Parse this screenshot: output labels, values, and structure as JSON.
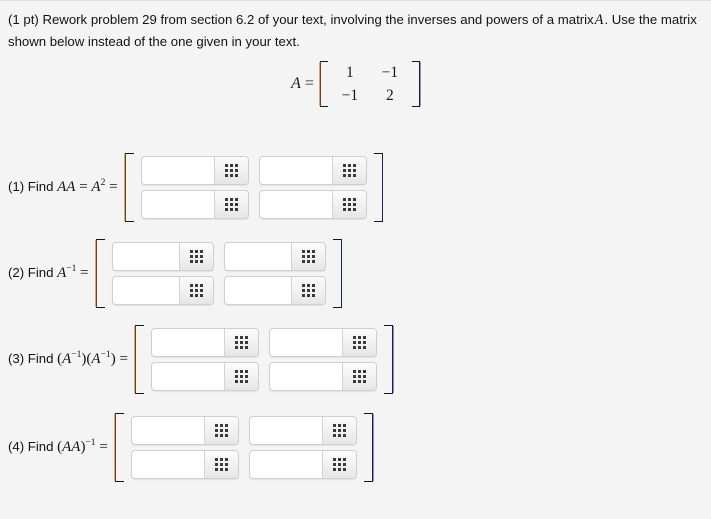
{
  "problem": {
    "points_label": "(1 pt)",
    "statement_part1": "Rework problem 29 from section 6.2 of your text, involving the inverses and powers of a matrix",
    "statement_symbol": "A",
    "statement_part2": ". Use the matrix shown below instead of the one given in your text."
  },
  "matrix_a": {
    "name": "A",
    "equals": "=",
    "entries": [
      "1",
      "−1",
      "−1",
      "2"
    ]
  },
  "questions": [
    {
      "number": "(1)",
      "verb": "Find",
      "expr_plain": "AA = A² =",
      "expr_a": "AA",
      "expr_eq1": "=",
      "expr_b": "A",
      "expr_b_sup": "2",
      "expr_eq2": "=",
      "inputs": [
        {
          "value": "",
          "placeholder": ""
        },
        {
          "value": "",
          "placeholder": ""
        },
        {
          "value": "",
          "placeholder": ""
        },
        {
          "value": "",
          "placeholder": ""
        }
      ]
    },
    {
      "number": "(2)",
      "verb": "Find",
      "expr_plain": "A⁻¹ =",
      "expr_a": "A",
      "expr_a_sup": "−1",
      "expr_eq2": "=",
      "inputs": [
        {
          "value": "",
          "placeholder": ""
        },
        {
          "value": "",
          "placeholder": ""
        },
        {
          "value": "",
          "placeholder": ""
        },
        {
          "value": "",
          "placeholder": ""
        }
      ]
    },
    {
      "number": "(3)",
      "verb": "Find",
      "expr_plain": "(A⁻¹)(A⁻¹) =",
      "expr_open1": "(",
      "expr_a": "A",
      "expr_a_sup": "−1",
      "expr_close1": ")(",
      "expr_b": "A",
      "expr_b_sup": "−1",
      "expr_close2": ")",
      "expr_eq2": "=",
      "inputs": [
        {
          "value": "",
          "placeholder": ""
        },
        {
          "value": "",
          "placeholder": ""
        },
        {
          "value": "",
          "placeholder": ""
        },
        {
          "value": "",
          "placeholder": ""
        }
      ]
    },
    {
      "number": "(4)",
      "verb": "Find",
      "expr_plain": "(AA)⁻¹ =",
      "expr_open1": "(",
      "expr_a": "AA",
      "expr_close1": ")",
      "expr_a_sup": "−1",
      "expr_eq2": "=",
      "inputs": [
        {
          "value": "",
          "placeholder": ""
        },
        {
          "value": "",
          "placeholder": ""
        },
        {
          "value": "",
          "placeholder": ""
        },
        {
          "value": "",
          "placeholder": ""
        }
      ]
    }
  ],
  "keypad_button": {
    "icon": "grid-keypad-icon",
    "title": "Open math keypad"
  },
  "colors": {
    "background": "#f4f4f4",
    "text": "#121212",
    "bracket": "#15161d",
    "input_border": "#cfcfcf",
    "button_face": "#f2f2f2"
  }
}
